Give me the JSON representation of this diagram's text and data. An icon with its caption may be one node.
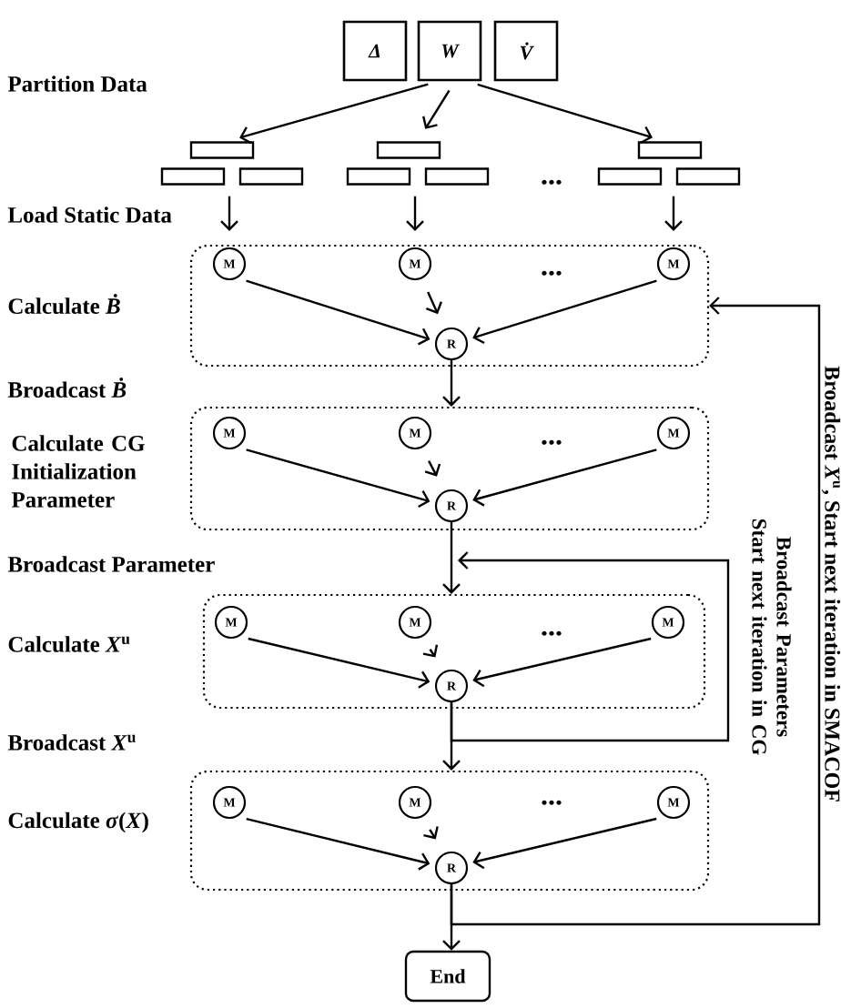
{
  "diagram": {
    "nodes": [
      {
        "text": [
          "Δ"
        ]
      },
      {
        "text": [
          "W"
        ]
      },
      {
        "text": [
          "V̇"
        ]
      },
      {
        "text": [],
        "shape": "box"
      },
      {
        "text": [],
        "shape": "box"
      },
      {
        "text": [],
        "shape": "box"
      },
      {
        "text": [],
        "shape": "box"
      },
      {
        "text": [],
        "shape": "box"
      },
      {
        "text": [],
        "shape": "box"
      },
      {
        "text": [],
        "shape": "box"
      },
      {
        "text": [],
        "shape": "box"
      },
      {
        "text": [],
        "shape": "box"
      },
      {
        "text": [],
        "shape": "box"
      },
      {
        "text": [
          "M"
        ],
        "in": 12
      },
      {
        "text": [
          "M"
        ],
        "in": 12
      },
      {
        "text": [
          "M"
        ],
        "in": 12
      },
      {
        "text": [
          "R"
        ],
        "in": 12
      },
      {
        "text": [],
        "shape": "box"
      },
      {
        "text": [
          "M"
        ],
        "in": 17
      },
      {
        "text": [
          "M"
        ],
        "in": 17
      },
      {
        "text": [
          "M"
        ],
        "in": 17
      },
      {
        "text": [
          "R"
        ],
        "in": 17
      },
      {
        "text": [],
        "shape": "box"
      },
      {
        "text": [
          "M"
        ],
        "in": 22
      },
      {
        "text": [
          "M"
        ],
        "in": 22
      },
      {
        "text": [
          "M"
        ],
        "in": 22
      },
      {
        "text": [
          "R"
        ],
        "in": 22
      },
      {
        "text": [],
        "shape": "box"
      },
      {
        "text": [
          "M"
        ],
        "in": 27
      },
      {
        "text": [
          "M"
        ],
        "in": 27
      },
      {
        "text": [
          "M"
        ],
        "in": 27
      },
      {
        "text": [
          "R"
        ],
        "in": 27
      },
      {
        "text": [
          "End"
        ]
      }
    ],
    "edges": [
      {
        "from": 1,
        "to": 3,
        "arrow": "to"
      },
      {
        "from": 1,
        "to": 6,
        "arrow": "to"
      },
      {
        "from": 1,
        "to": 9,
        "arrow": "to"
      },
      {
        "from": 4,
        "to": 13,
        "arrow": "to"
      },
      {
        "from": 7,
        "to": 14,
        "arrow": "to"
      },
      {
        "from": 10,
        "to": 15,
        "arrow": "to"
      },
      {
        "from": 13,
        "to": 16,
        "arrow": "to"
      },
      {
        "from": 14,
        "to": 16,
        "arrow": "to"
      },
      {
        "from": 15,
        "to": 16,
        "arrow": "to"
      },
      {
        "from": 16,
        "to": 17,
        "arrow": "to"
      },
      {
        "from": 18,
        "to": 21,
        "arrow": "to"
      },
      {
        "from": 19,
        "to": 21,
        "arrow": "to"
      },
      {
        "from": 20,
        "to": 21,
        "arrow": "to"
      },
      {
        "from": 21,
        "to": 22,
        "arrow": "to"
      },
      {
        "from": 23,
        "to": 26,
        "arrow": "to"
      },
      {
        "from": 24,
        "to": 26,
        "arrow": "to"
      },
      {
        "from": 25,
        "to": 26,
        "arrow": "to"
      },
      {
        "from": 26,
        "to": 27,
        "arrow": "to"
      },
      {
        "from": 26,
        "to": 22,
        "arrow": "to",
        "label": "Broadcast Parameters Start next iteration in CG"
      },
      {
        "from": 28,
        "to": 31,
        "arrow": "to"
      },
      {
        "from": 29,
        "to": 31,
        "arrow": "to"
      },
      {
        "from": 30,
        "to": 31,
        "arrow": "to"
      },
      {
        "from": 31,
        "to": 32,
        "arrow": "to"
      },
      {
        "from": 31,
        "to": 12,
        "arrow": "to",
        "label": "Broadcast *X*$^{u}$, Start next iteration in SMACOF"
      }
    ],
    "labels": [
      "Partition Data",
      "...",
      "Load Static Data",
      "...",
      "Calculate *Ḃ*",
      "Broadcast *Ḃ*",
      "...",
      "Calculate CG Initialization Parameter",
      "Broadcast Parameter",
      "...",
      "Calculate *X*$^{u}$",
      "Broadcast *X*$^{u}$",
      "...",
      "Calculate *σ*(*X*)"
    ]
  }
}
